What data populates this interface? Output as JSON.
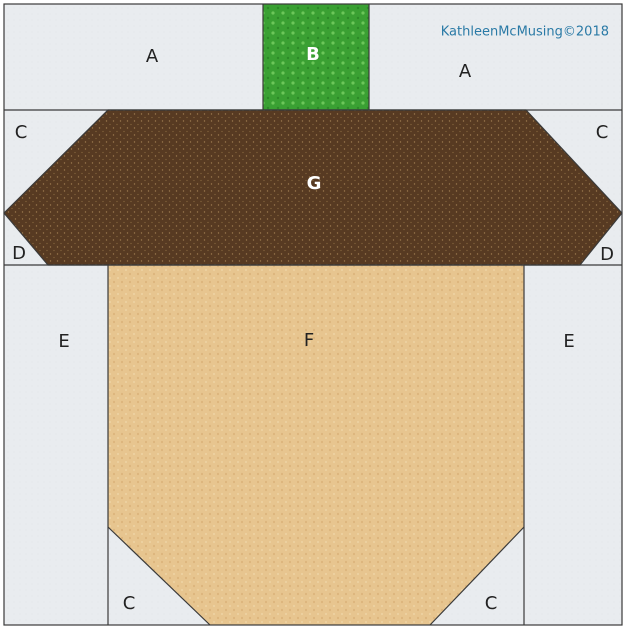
{
  "credit": "KathleenMcMusing©2018",
  "pieces": {
    "a_left": "A",
    "a_right": "A",
    "b": "B",
    "c_top_left": "C",
    "c_top_right": "C",
    "g": "G",
    "d_left": "D",
    "d_right": "D",
    "e_left": "E",
    "e_right": "E",
    "f": "F",
    "c_bottom_left": "C",
    "c_bottom_right": "C"
  },
  "colors": {
    "background_fabric": "#e8ebee",
    "stem_green": "#3fa535",
    "cap_brown": "#5a3b22",
    "nut_tan": "#e6c48e",
    "seam_line": "#3a3a3a",
    "credit_text": "#2a7aa6"
  }
}
